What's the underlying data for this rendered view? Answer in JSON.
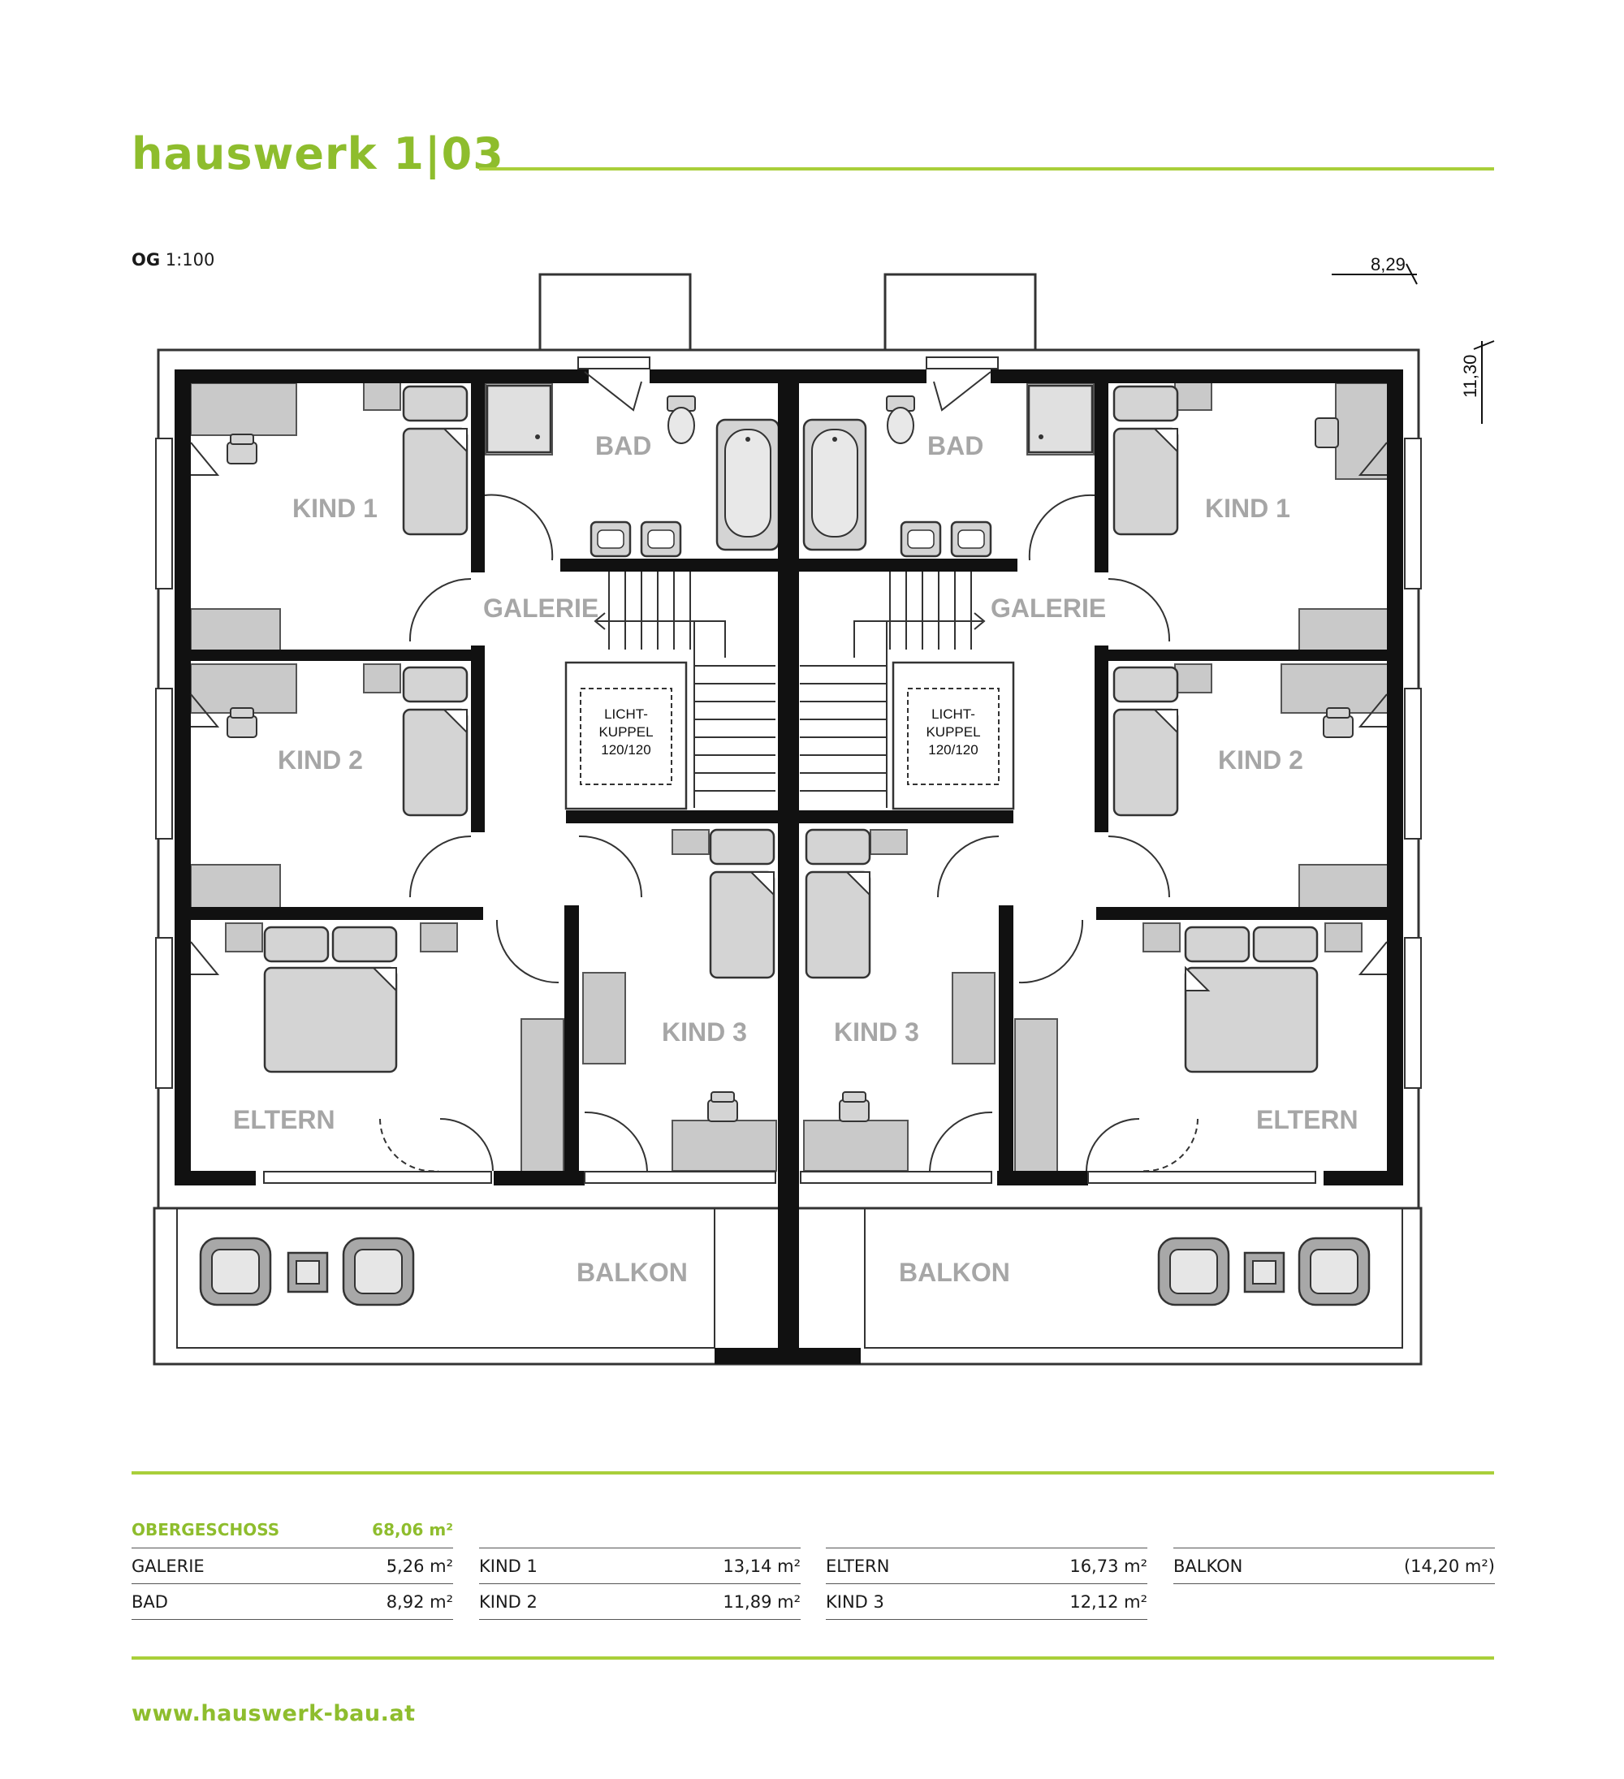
{
  "header": {
    "title": "hauswerk 1|03",
    "scale_level": "OG",
    "scale_ratio": "1:100"
  },
  "dimensions": {
    "width": "8,29",
    "depth": "11,30"
  },
  "rooms": {
    "bad_left": "BAD",
    "bad_right": "BAD",
    "kind1_left": "KIND 1",
    "kind1_right": "KIND 1",
    "kind2_left": "KIND 2",
    "kind2_right": "KIND 2",
    "kind3_left": "KIND 3",
    "kind3_right": "KIND 3",
    "galerie_left": "GALERIE",
    "galerie_right": "GALERIE",
    "eltern_left": "ELTERN",
    "eltern_right": "ELTERN",
    "balkon_left": "BALKON",
    "balkon_right": "BALKON"
  },
  "skylight": {
    "line1": "LICHT-",
    "line2": "KUPPEL",
    "line3": "120/120"
  },
  "areas": {
    "total": {
      "label": "OBERGESCHOSS",
      "value": "68,06 m²"
    },
    "columns": [
      [
        {
          "label": "GALERIE",
          "value": "5,26 m²"
        },
        {
          "label": "BAD",
          "value": "8,92 m²"
        }
      ],
      [
        {
          "label": "KIND 1",
          "value": "13,14 m²"
        },
        {
          "label": "KIND 2",
          "value": "11,89 m²"
        }
      ],
      [
        {
          "label": "ELTERN",
          "value": "16,73 m²"
        },
        {
          "label": "KIND 3",
          "value": "12,12 m²"
        }
      ],
      [
        {
          "label": "BALKON",
          "value": "(14,20 m²)"
        }
      ]
    ]
  },
  "footer": {
    "url": "www.hauswerk-bau.at"
  },
  "colors": {
    "accent": "#8ebd2d",
    "wall": "#111111",
    "furniture": "#c9c9c9",
    "room_label": "#a6a6a6"
  }
}
